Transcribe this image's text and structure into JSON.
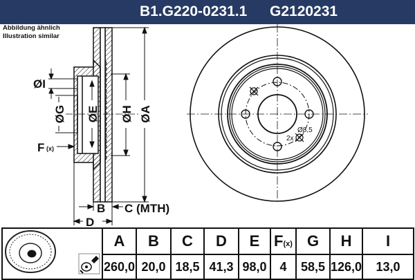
{
  "header": {
    "part_number": "B1.G220-0231.1",
    "alt_number": "G2120231",
    "background": "#263a63"
  },
  "note": {
    "line1": "Abbildung ähnlich",
    "line2": "Illustration similar"
  },
  "drawing": {
    "labels": {
      "I": "ØI",
      "G": "ØG",
      "E": "ØE",
      "H": "ØH",
      "A": "ØA",
      "F": "F",
      "F_sub": "(x)",
      "B": "B",
      "C": "C (MTH)",
      "D": "D"
    },
    "front_view": {
      "hole_label": "Ø8,5",
      "hole_count": "2x"
    }
  },
  "table": {
    "headers": [
      "A",
      "B",
      "C",
      "D",
      "E",
      "F",
      "G",
      "H",
      "I"
    ],
    "f_suffix": "(x)",
    "values": [
      "260,0",
      "20,0",
      "18,5",
      "41,3",
      "98,0",
      "4",
      "58,5",
      "126,0",
      "13,0"
    ]
  }
}
